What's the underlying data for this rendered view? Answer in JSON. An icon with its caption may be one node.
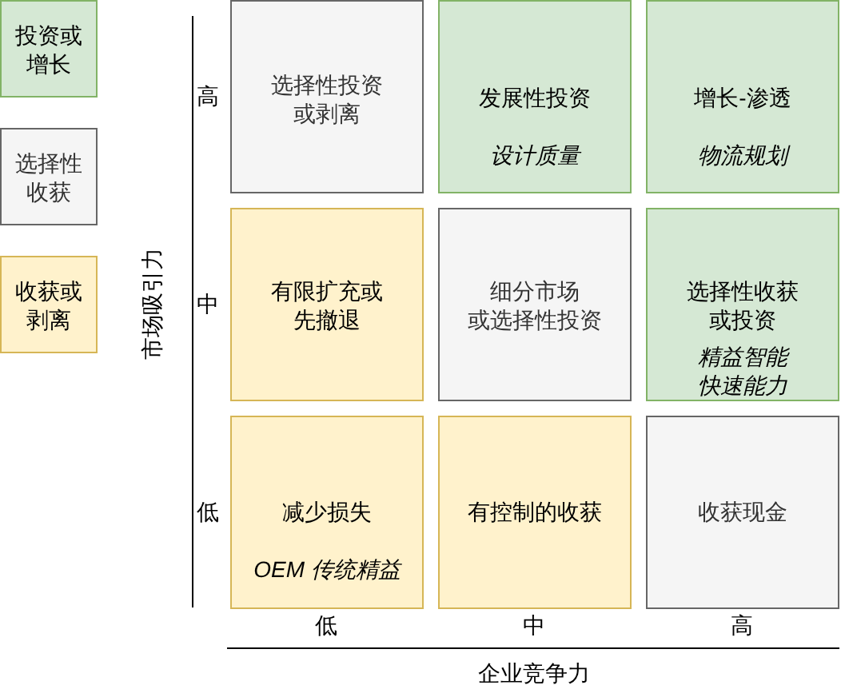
{
  "diagram": {
    "nodes": [
      {
        "text": [
          "投资或增长"
        ]
      },
      {
        "text": [
          "选择性收获"
        ]
      },
      {
        "text": [
          "收获或剥离"
        ]
      },
      {
        "text": [
          "选择性投资或剥离"
        ]
      },
      {
        "text": [
          "发展性投资",
          "设计质量"
        ]
      },
      {
        "text": [
          "增长-渗透",
          "物流规划"
        ]
      },
      {
        "text": [
          "有限扩充或先撤退"
        ]
      },
      {
        "text": [
          "细分市场或选择性投资"
        ]
      },
      {
        "text": [
          "选择性收获或投资",
          "精益智能快速能力"
        ]
      },
      {
        "text": [
          "减少损失",
          "OEM 传统精益"
        ]
      },
      {
        "text": [
          "有控制的收获"
        ]
      },
      {
        "text": [
          "收获现金"
        ]
      }
    ],
    "labels": [
      "高",
      "市场吸引力",
      "中",
      "低",
      "低",
      "中",
      "高",
      "企业竞争力"
    ]
  }
}
